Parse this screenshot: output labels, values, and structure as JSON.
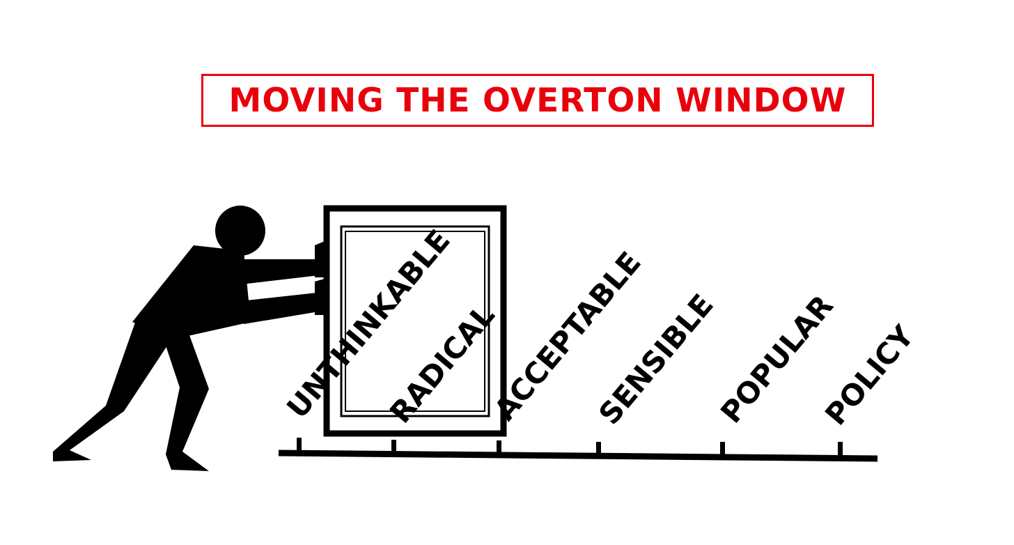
{
  "title": "MOVING THE OVERTON WINDOW",
  "colors": {
    "title": "#e8000b",
    "ink": "#000000",
    "background": "#ffffff"
  },
  "figure": "person-pushing-icon",
  "window": "window-frame-icon",
  "spectrum": {
    "labels": [
      "UNTHINKABLE",
      "RADICAL",
      "ACCEPTABLE",
      "SENSIBLE",
      "POPULAR",
      "POLICY"
    ]
  }
}
